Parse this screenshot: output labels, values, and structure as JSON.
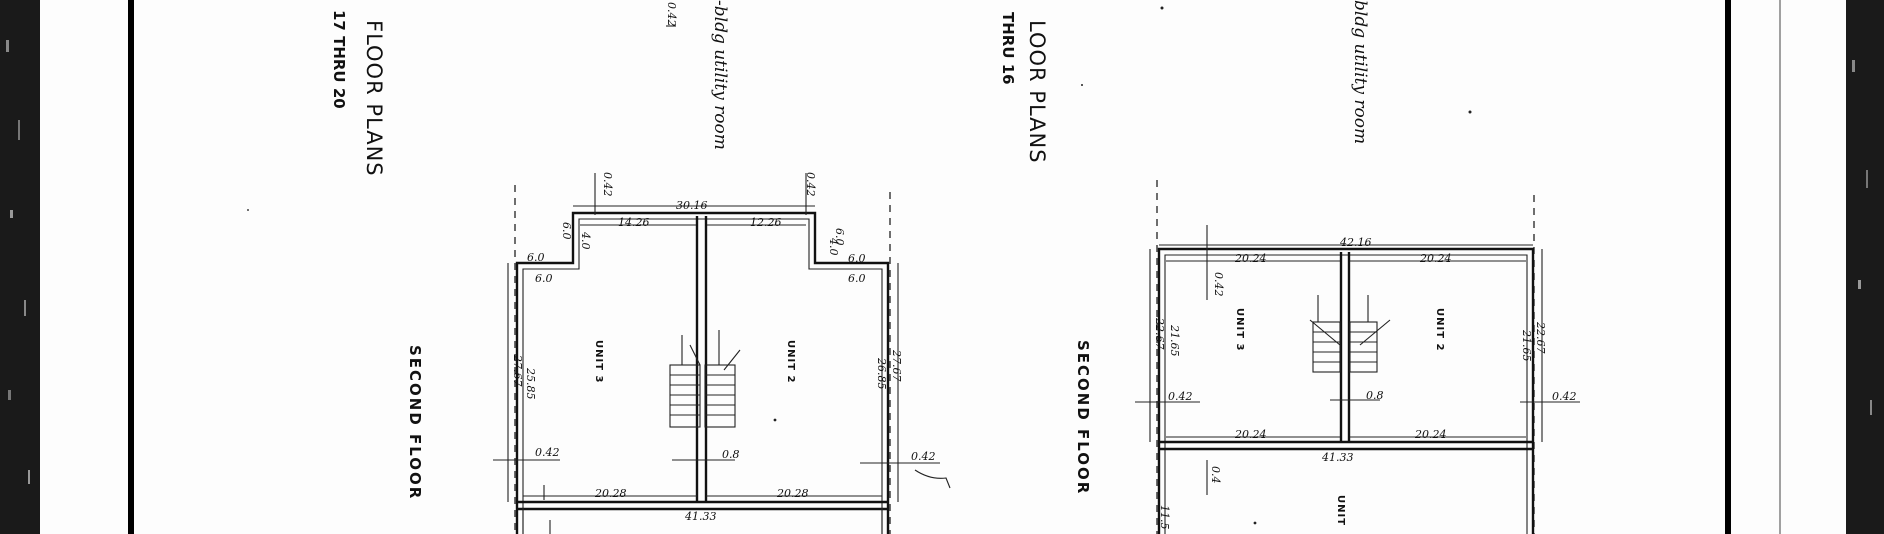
{
  "left_plan": {
    "title": "FLOOR PLANS",
    "subtitle": "17 THRU 20",
    "floor_label": "SECOND FLOOR",
    "note": "-bldg utility room",
    "note_dim": "0.42",
    "unit_left": "UNIT 3",
    "unit_right": "UNIT 2",
    "unit_below": "",
    "dims": {
      "top": "30.16",
      "top_left": "14.26",
      "top_right": "12.26",
      "offset_left_a": "0.42",
      "offset_right_a": "0.42",
      "step_left_1": "6.0",
      "step_left_2": "6.0",
      "step_left_3": "4.0",
      "step_right_1": "6.0",
      "step_right_2": "6.0",
      "step_right_3": "4.0",
      "side_left_outer": "27.67",
      "side_left_inner": "25.85",
      "side_right_inner": "26.85",
      "side_right_outer": "27.67",
      "bottom_left_offset": "0.42",
      "mid_wall": "0.8",
      "bottom_right_offset": "0.42",
      "bottom_left": "20.28",
      "bottom_right": "20.28",
      "lower_total": "41.33"
    }
  },
  "right_plan": {
    "title": "LOOR PLANS",
    "subtitle": "THRU 16",
    "floor_label": "SECOND FLOOR",
    "note": "bldg utility room",
    "unit_left": "UNIT 3",
    "unit_right": "UNIT 2",
    "unit_below": "UNIT",
    "dims": {
      "top": "42.16",
      "top_left": "20.24",
      "top_right": "20.24",
      "inner_offset": "0.42",
      "side_left_outer": "22.67",
      "side_left_inner": "21.65",
      "side_right_inner": "21.65",
      "side_right_outer": "22.67",
      "bottom_left_offset": "0.42",
      "mid_wall": "0.8",
      "bottom_right_offset": "0.42",
      "bottom_left": "20.24",
      "bottom_right": "20.24",
      "lower_total": "41.33",
      "lower_offset": "0.4",
      "lower_side": "11.5"
    }
  },
  "colors": {
    "ink": "#111111",
    "paper": "#fdfdfd",
    "frame": "#000000"
  }
}
